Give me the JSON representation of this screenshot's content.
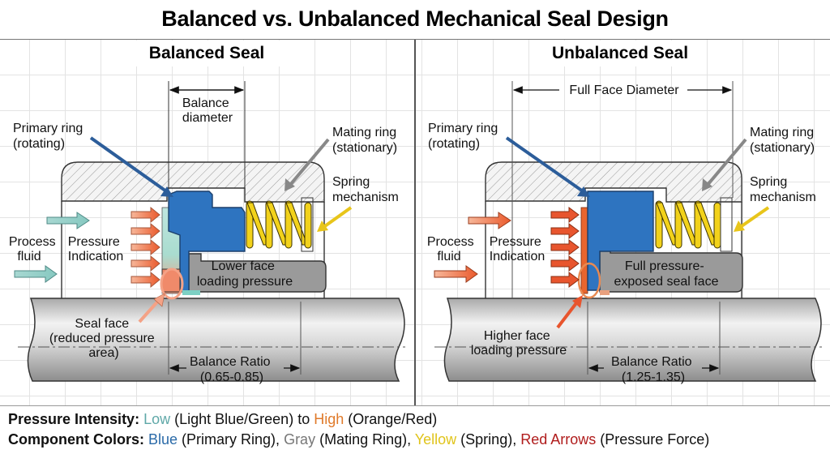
{
  "title": "Balanced vs. Unbalanced Mechanical Seal Design",
  "panels": {
    "balanced": {
      "title": "Balanced Seal",
      "dimension_label": [
        "Balance",
        "diameter"
      ],
      "primary_ring": [
        "Primary ring",
        "(rotating)"
      ],
      "mating_ring": [
        "Mating ring",
        "(stationary)"
      ],
      "spring": [
        "Spring",
        "mechanism"
      ],
      "process_fluid": [
        "Process",
        "fluid"
      ],
      "pressure_indication": [
        "Pressure",
        "Indication"
      ],
      "face_label": [
        "Lower face",
        "loading pressure"
      ],
      "seal_face": [
        "Seal face",
        "(reduced pressure",
        "area)"
      ],
      "ratio_label": "Balance Ratio",
      "ratio_value": "(0.65-0.85)"
    },
    "unbalanced": {
      "title": "Unbalanced Seal",
      "dimension_label": "Full Face Diameter",
      "primary_ring": [
        "Primary ring",
        "(rotating)"
      ],
      "mating_ring": [
        "Mating ring",
        "(stationary)"
      ],
      "spring": [
        "Spring",
        "mechanism"
      ],
      "process_fluid": [
        "Process",
        "fluid"
      ],
      "pressure_indication": [
        "Pressure",
        "Indication"
      ],
      "face_label": [
        "Full pressure-",
        "exposed seal face"
      ],
      "seal_face": [
        "Higher face",
        "loading pressure"
      ],
      "ratio_label": "Balance Ratio",
      "ratio_value": "(1.25-1.35)"
    }
  },
  "legend": {
    "line1": {
      "heading": "Pressure Intensity:",
      "low": "Low",
      "low_desc": " (Light Blue/Green) to ",
      "high": "High",
      "high_desc": " (Orange/Red)"
    },
    "line2": {
      "heading": "Component Colors:",
      "blue": "Blue",
      "blue_desc": " (Primary Ring), ",
      "gray": "Gray",
      "gray_desc": " (Mating Ring), ",
      "yellow": "Yellow",
      "yellow_desc": " (Spring), ",
      "red": "Red Arrows",
      "red_desc": " (Pressure Force)"
    }
  },
  "colors": {
    "primary_ring": "#2e74c0",
    "mating_ring": "#9a9a9a",
    "spring": "#f2d21b",
    "pressure_high": "#e8552e",
    "pressure_low": "#9fd6cf",
    "legend_low": "#5fa8a8",
    "legend_high": "#e07a2a",
    "legend_blue": "#2a6aa8",
    "legend_gray": "#777777",
    "legend_yellow": "#e0c41a",
    "legend_red": "#b01c1c"
  }
}
